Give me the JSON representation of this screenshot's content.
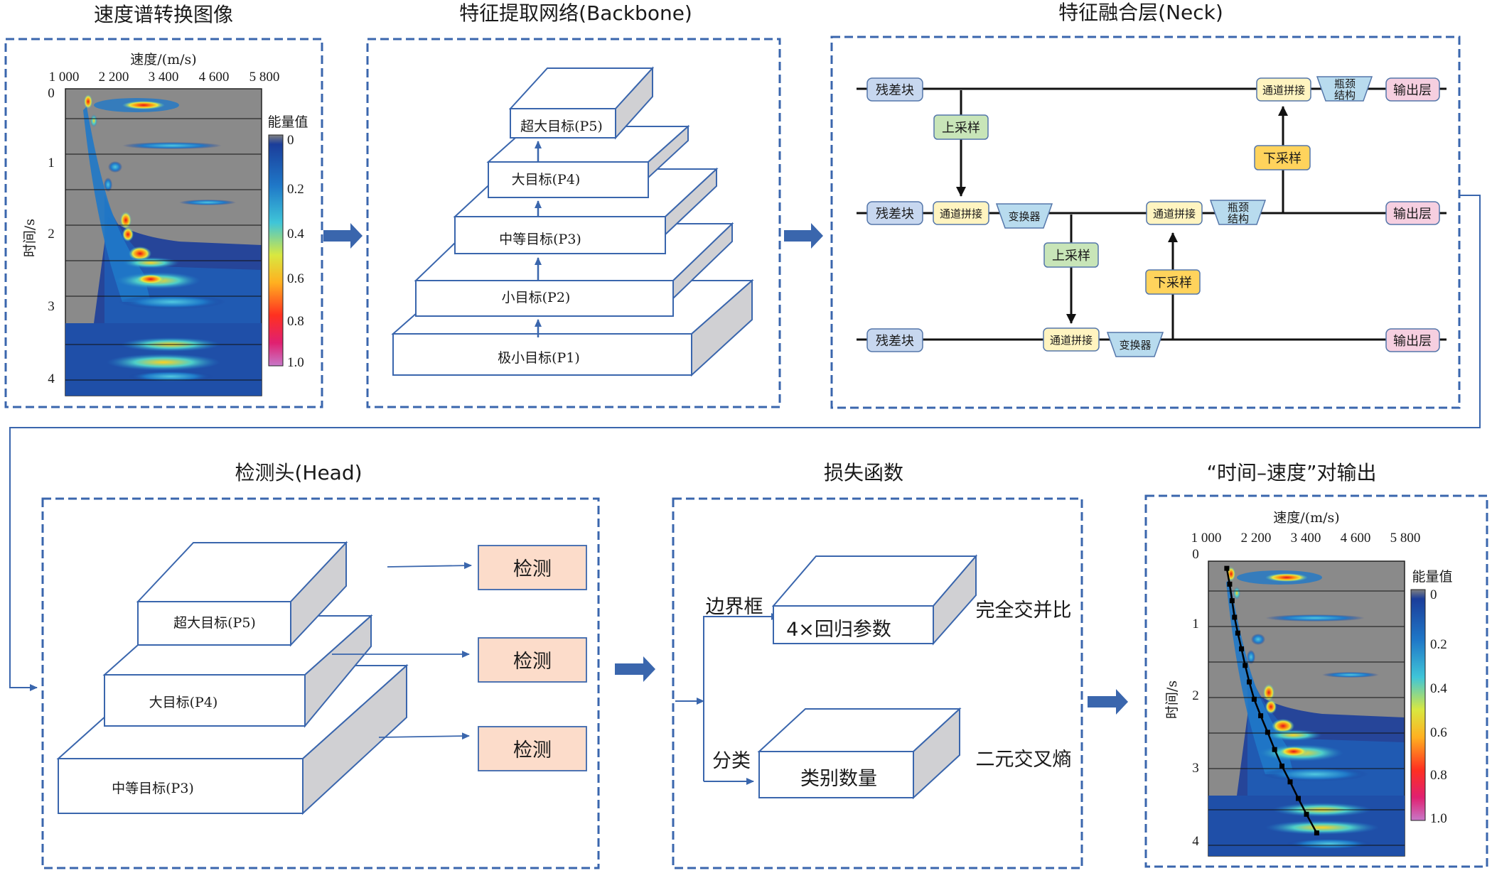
{
  "panels": {
    "spectrum": {
      "title": "速度谱转换图像"
    },
    "backbone": {
      "title": "特征提取网络(Backbone)",
      "levels": [
        "极小目标(P1)",
        "小目标(P2)",
        "中等目标(P3)",
        "大目标(P4)",
        "超大目标(P5)"
      ]
    },
    "neck": {
      "title": "特征融合层(Neck)"
    },
    "head": {
      "title": "检测头(Head)",
      "levels": [
        "中等目标(P3)",
        "大目标(P4)",
        "超大目标(P5)"
      ],
      "detect_label": "检测"
    },
    "loss": {
      "title": "损失函数",
      "bbox_label": "边界框",
      "bbox_box": "4×回归参数",
      "bbox_loss": "完全交并比",
      "cls_label": "分类",
      "cls_box": "类别数量",
      "cls_loss": "二元交叉熵"
    },
    "output": {
      "title": "“时间–速度”对输出"
    }
  },
  "neck_nodes": {
    "residual": "残差块",
    "upsample": "上采样",
    "downsample": "下采样",
    "concat": "通道拼接",
    "transformer": "变换器",
    "bottleneck_l1": "瓶颈",
    "bottleneck_l2": "结构",
    "output": "输出层"
  },
  "velocity_spectrum": {
    "xlabel": "速度/(m/s)",
    "ylabel": "时间/s",
    "x_ticks": [
      "1 000",
      "2 200",
      "3 400",
      "4 600",
      "5 800"
    ],
    "y_ticks": [
      "0",
      "1",
      "2",
      "3",
      "4"
    ],
    "colorbar_label": "能量值",
    "colorbar_ticks": [
      "0",
      "0.2",
      "0.4",
      "0.6",
      "0.8",
      "1.0"
    ]
  },
  "chart_data": {
    "type": "line",
    "title": "“时间–速度”对输出",
    "xlabel": "速度/(m/s)",
    "ylabel": "时间/s",
    "xlim": [
      1000,
      5800
    ],
    "ylim": [
      4.1,
      0
    ],
    "series": [
      {
        "x": [
          1450,
          1520,
          1580,
          1640,
          1720,
          1810,
          1900,
          2000,
          2120,
          2280,
          2450,
          2620,
          2800,
          3000,
          3200,
          3400,
          3650
        ],
        "y": [
          0.1,
          0.32,
          0.55,
          0.78,
          1.0,
          1.22,
          1.45,
          1.68,
          1.92,
          2.15,
          2.38,
          2.62,
          2.85,
          3.07,
          3.3,
          3.52,
          3.78
        ]
      }
    ],
    "colors": {
      "line": "#000000",
      "panel_border": "#3a66ad",
      "residual": "#c7d7ef",
      "upsample": "#c8e5b8",
      "downsample": "#ffd35c",
      "concat": "#fff4c0",
      "transformer": "#b8dbee",
      "output": "#f6cfe0",
      "detect": "#fcdcca"
    }
  }
}
